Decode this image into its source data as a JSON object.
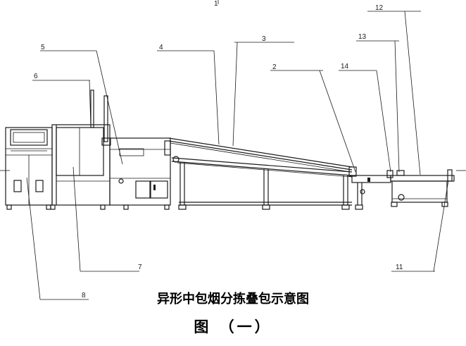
{
  "title": "异形中包烟分拣叠包示意图",
  "subtitle": "图 （一）",
  "callouts": [
    "1",
    "2",
    "3",
    "4",
    "5",
    "6",
    "7",
    "8",
    "11",
    "12",
    "13",
    "14"
  ]
}
